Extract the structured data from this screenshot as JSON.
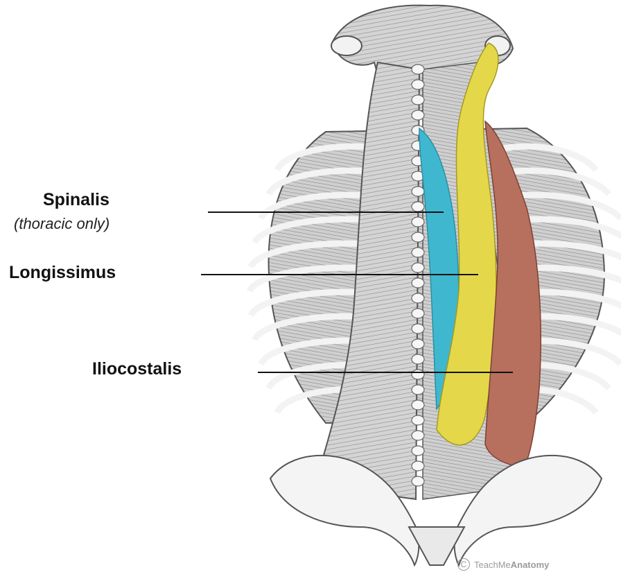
{
  "labels": {
    "spinalis": "Spinalis",
    "spinalis_note": "(thoracic only)",
    "longissimus": "Longissimus",
    "iliocostalis": "Iliocostalis"
  },
  "credit": {
    "symbol": "C",
    "brand_light": "TeachMe",
    "brand_bold": "Anatomy"
  },
  "colors": {
    "spinalis": "#3fb8cf",
    "longissimus": "#e4d84a",
    "iliocostalis": "#b76f5e",
    "bone": "#f4f4f4",
    "muscle_gray": "#c9c9c9",
    "outline": "#5a5a5a"
  }
}
